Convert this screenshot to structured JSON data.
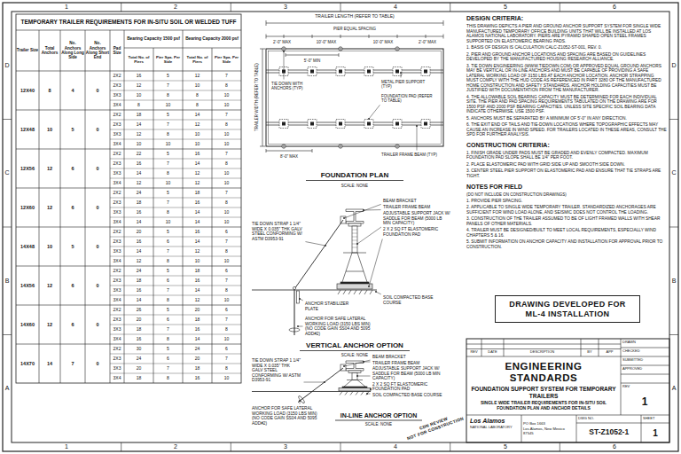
{
  "diagram": {
    "nodes": [
      {
        "text": [
          "DRAWING DEVELOPED FOR ML-4 INSTALLATION"
        ]
      },
      {
        "text": [
          "ENGINEERING STANDARDS",
          "FOUNDATION SUPPORT SYSTEM FOR TEMPORARY TRAILERS",
          "SINGLE WIDE TRAILER REQUIREMENTS FOR IN-SITU SOIL FOUNDATION PLAN AND ANCHOR DETAILS"
        ]
      },
      {
        "text": [
          "ST-Z1052-1"
        ]
      },
      {
        "text": [
          "1"
        ]
      }
    ],
    "labels": [
      "1",
      "2",
      "3",
      "4",
      "5",
      "6",
      "1",
      "2",
      "3",
      "4",
      "5",
      "6",
      "D",
      "C",
      "B",
      "A",
      "D",
      "C",
      "B",
      "A",
      "TEMPORARY TRAILER REQUIREMENTS FOR IN-SITU SOIL OR WELDED TUFF",
      "Trailer Size",
      "Total Anchors",
      "No. Anchors Along Long Side",
      "No. Anchors Along Short End",
      "Pad Size",
      "Bearing Capacity 1500 psf",
      "Bearing Capacity 2000 psf",
      "Total No. of Piers",
      "Pier Spa. Per Side",
      "Total No. of Piers",
      "Pier Spa. Per Side",
      "12X40",
      "8",
      "4",
      "0",
      "2X2",
      "16",
      "5",
      "12",
      "7",
      "2X3",
      "12",
      "7",
      "10",
      "8",
      "3X3",
      "10",
      "8",
      "8",
      "10",
      "3X4",
      "8",
      "10",
      "8",
      "10",
      "12X48",
      "10",
      "5",
      "0",
      "2X2",
      "18",
      "5",
      "14",
      "7",
      "2X3",
      "14",
      "7",
      "12",
      "8",
      "3X3",
      "12",
      "8",
      "10",
      "10",
      "3X4",
      "10",
      "10",
      "10",
      "10",
      "12X56",
      "12",
      "6",
      "0",
      "2X2",
      "22",
      "5",
      "16",
      "7",
      "2X3",
      "16",
      "7",
      "14",
      "8",
      "3X3",
      "14",
      "8",
      "12",
      "10",
      "3X4",
      "12",
      "10",
      "12",
      "10",
      "12X60",
      "12",
      "6",
      "0",
      "2X2",
      "24",
      "5",
      "18",
      "7",
      "2X3",
      "18",
      "7",
      "16",
      "8",
      "3X3",
      "16",
      "8",
      "14",
      "10",
      "3X4",
      "14",
      "10",
      "14",
      "10",
      "14X48",
      "10",
      "5",
      "0",
      "2X2",
      "20",
      "5",
      "16",
      "6",
      "2X3",
      "16",
      "6",
      "14",
      "7",
      "3X3",
      "14",
      "7",
      "12",
      "8",
      "3X4",
      "12",
      "8",
      "10",
      "10",
      "14X56",
      "12",
      "6",
      "0",
      "2X2",
      "24",
      "5",
      "18",
      "6",
      "2X3",
      "18",
      "6",
      "16",
      "7",
      "3X3",
      "16",
      "7",
      "14",
      "8",
      "3X4",
      "14",
      "8",
      "12",
      "10",
      "14X60",
      "12",
      "6",
      "0",
      "2X2",
      "26",
      "5",
      "20",
      "6",
      "2X3",
      "20",
      "6",
      "18",
      "7",
      "3X3",
      "18",
      "7",
      "16",
      "8",
      "3X4",
      "16",
      "8",
      "14",
      "10",
      "14X70",
      "14",
      "7",
      "0",
      "2X2",
      "30",
      "5",
      "24",
      "6",
      "2X3",
      "24",
      "6",
      "20",
      "7",
      "3X3",
      "20",
      "7",
      "18",
      "8",
      "3X4",
      "18",
      "8",
      "16",
      "10",
      "TRAILER LENGTH (REFER TO TABLE)",
      "2'-0\" MAX",
      "2'-0\" MAX",
      "PIER EQUAL SPACING",
      "10'-0\" MAX",
      "10'-0\" MAX",
      "TIE DOWN WITH ANCHORS (TYP)",
      "5'-0\" MIN",
      "METAL PIER SUPPORT (TYP)",
      "FOUNDATION PAD (REFER TO TABLE)",
      "TRAILER FRAME BEAM (TYP)",
      "TRAILER WIDTH (REFER TO TABLE)",
      "8'-0\" MAX",
      "FOUNDATION PLAN",
      "SCALE: NONE",
      "BEAM BRACKET",
      "TRAILER FRAME BEAM",
      "ADJUSTABLE SUPPORT JACK W/ SADDLE FOR BEAM (5000 LB MIN CAPACITY)",
      "2 X 2 SQ FT ELASTOMERIC FOUNDATION PAD",
      "SOIL COMPACTED BASE COURSE",
      "TIE DOWN STRAP 1 1/4\" WIDE X 0.035\" THK GALV STEEL CONFORMING W/ ASTM D3953-91",
      "ANCHOR STABILIZER PLATE",
      "ANCHOR FOR SAFE LATERAL WORKING LOAD (3150 LBS MIN) (NO CODE GAIN SS04 AND 5095 ADD#2)",
      "VERTICAL ANCHOR OPTION",
      "SCALE: NONE",
      "BEAM BRACKET",
      "TRAILER FRAME BEAM",
      "ADJUSTABLE SUPPORT JACK W/ SADDLE FOR BEAM (5000 LB MIN CAPACITY)",
      "2 X 2 SQ FT ELASTOMERIC FOUNDATION PAD",
      "SOIL COMPACTED BASE COURSE",
      "TIE DOWN STRAP 1 1/4\" WIDE X 0.035\" THK GALV STEEL CONFORMING W/ ASTM D3953-91",
      "ANCHOR FOR SAFE LATERAL WORKING LOAD (3150 LBS MIN) (NO CODE GAIN SS04 AND 5095 ADD#2)",
      "IN-LINE ANCHOR OPTION",
      "SCALE: NONE",
      "CDN REVIEW",
      "NOT FOR CONSTRUCTION",
      "DESIGN CRITERIA:",
      "THIS DRAWING DEPICTS A PIER AND GROUND ANCHOR SUPPORT SYSTEM FOR SINGLE WIDE MANUFACTURED TEMPORARY OFFICE BUILDING UNITS THAT WILL BE INSTALLED AT LOS ALAMOS NATIONAL LABORATORY. PIERS ARE PYRAMID SHAPED OPEN STEEL FRAMES SUPPORTED ON ELASTOMERIC BEARING PADS.",
      "1. BASIS OF DESIGN IS CALCULATION CALC-Z1052-ST-001, REV. 0.",
      "2. PIER AND GROUND ANCHOR LOCATIONS AND SPACING ARE BASED ON GUIDELINES DEVELOPED BY THE MANUFACTURED HOUSING RESEARCH ALLIANCE.",
      "3. TIE DOWN ENGINEERING (WWW.TIEDOWN.COM) OR APPROVED EQUAL GROUND ANCHORS MAY BE VERTICAL OR IN-LINE ANCHORS AND MUST BE CAPABLE OF PROVIDING A SAFE LATERAL WORKING LOAD OF 3150 LBS AT EACH ANCHOR LOCATION. ANCHOR STRAPPING MUST COMPLY WITH THE HUD CODE AS REFERENCED IN PART 3280 OF THE MANUFACTURED HOME CONSTRUCTION AND SAFETY STANDARDS. ANCHOR HOLDING CAPACITIES MUST BE JUSTIFIED WITH DOCUMENTATION FROM THE MANUFACTURER.",
      "4. THE ALLOWABLE SOIL BEARING CAPACITY MUST BE DETERMINED FOR EACH INDIVIDUAL SITE. THE PIER AND PAD SPACING REQUIREMENTS TABULATED ON THE DRAWING ARE FOR 1500 PSF AND 2000 PSF BEARING CAPACITIES. UNLESS SITE SPECIFIC SOIL BEARING DATA INDICATE OTHERWISE, USE 1500 PSF.",
      "5. ANCHORS MUST BE SEPARATED BY A MINIMUM OF 5'-0\" IN ANY DIRECTION.",
      "6. THE EXIT END OF TAILS AND TIE-DOWN LOCATIONS WHERE TOPOGRAPHIC EFFECTS MAY CAUSE AN INCREASE IN WIND SPEED. FOR TRAILERS LOCATED IN THESE AREAS, CONSULT THE SPD FOR FURTHER ANALYSIS.",
      "CONSTRUCTION CRITERIA:",
      "1. FINISH GRADE UNDER PADS MUST BE GRADED AND EVENLY COMPACTED. MAXIMUM FOUNDATION PAD SLOPE SHALL BE 1/4\" PER FOOT.",
      "2. PLACE ELASTOMERIC PAD WITH GRID SIDE UP AND SMOOTH SIDE DOWN.",
      "3. CENTER STEEL PIER SUPPORT ON ELASTOMERIC PAD AND ENSURE THAT TIE STRAPS ARE TIGHT.",
      "NOTES FOR FIELD",
      "(DO NOT INCLUDE ON CONSTRUCTION DRAWINGS)",
      "1. PROVIDE PIER SPACING.",
      "2. APPLICABLE TO SINGLE WIDE TEMPORARY TRAILER. STANDARDIZED ANCHORAGES ARE SUFFICIENT FOR WIND LOAD ALONE, AND SEISMIC DOES NOT CONTROL THE LOADING.",
      "3. CONSTRUCTION OF THE TRAILER ASSUMED TO BE OF LIGHT FRAMED WALLS WITH SHEAR PANELS OF OTHER MATERIALS.",
      "4. TRAILER MUST BE DESIGNED/BUILT TO MEET LOCAL REQUIREMENTS, ESPECIALLY WIND CHAPTERS 5 & 16.",
      "5. SUBMIT INFORMATION ON ANCHOR CAPACITY AND INSTALLATION FOR APPROVAL PRIOR TO CONSTRUCTION.",
      "REV",
      "DATE",
      "DESCRIPTION",
      "BY",
      "APP",
      "DRAWN",
      "CHECKED",
      "SUBMITTED",
      "APPROVED",
      "REV",
      "1",
      "Los Alamos",
      "NATIONAL LABORATORY",
      "PO Box 1663",
      "Los Alamos, New Mexico 87545",
      "DWG NO.",
      "SHEET"
    ]
  }
}
